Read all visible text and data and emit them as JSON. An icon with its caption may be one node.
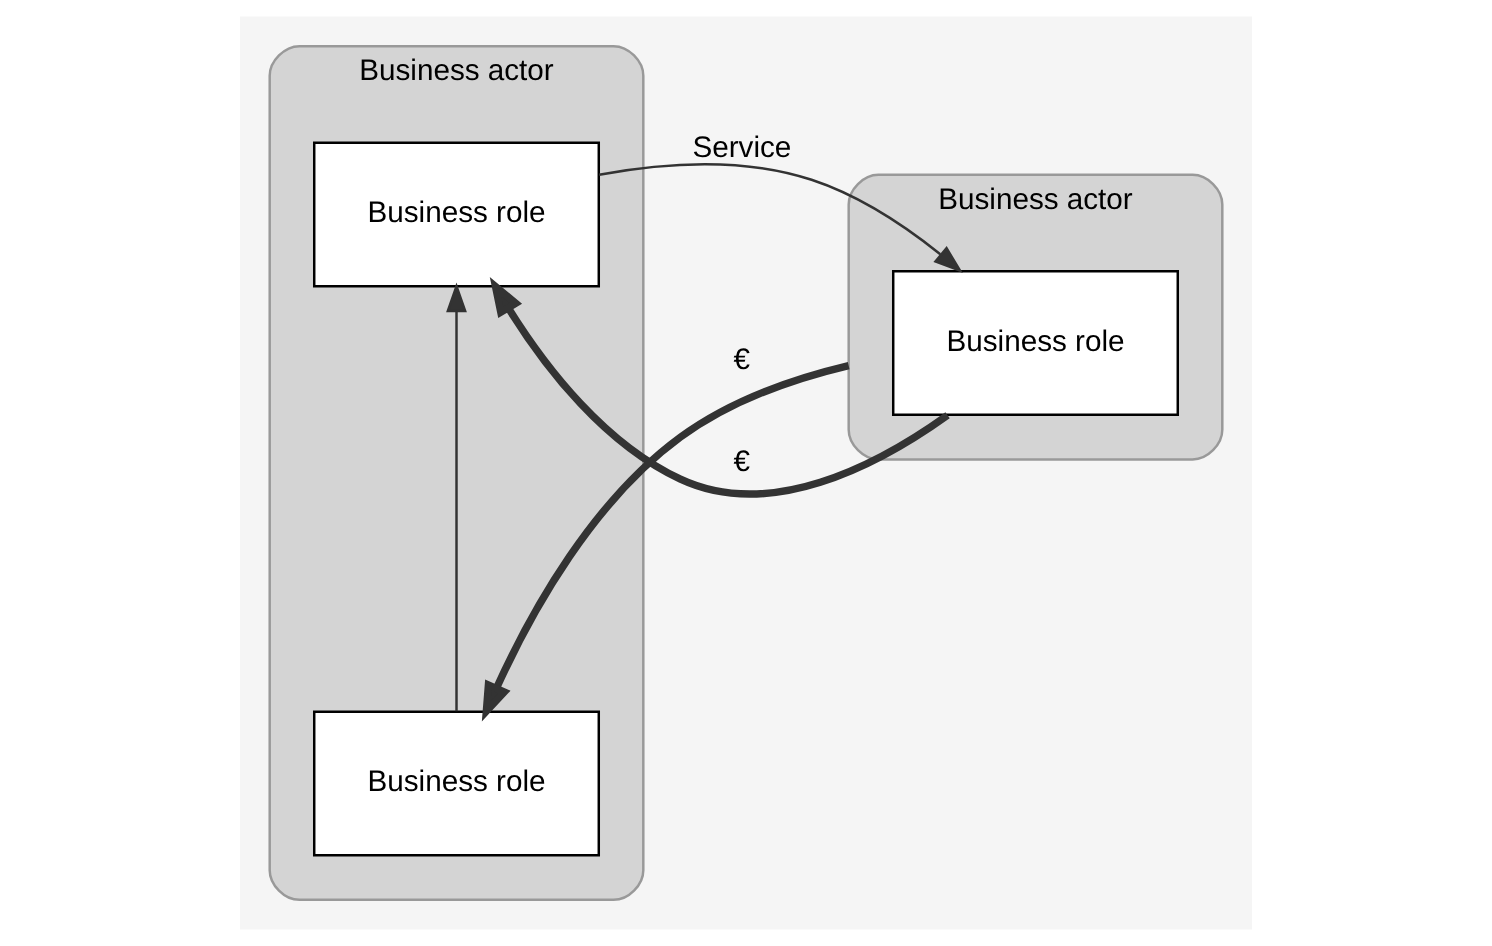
{
  "diagram": {
    "nodes": [
      {
        "text": [
          "Business actor"
        ]
      },
      {
        "text": [
          "Business role"
        ],
        "in": 0
      },
      {
        "text": [
          "Business role"
        ],
        "in": 0
      },
      {
        "text": [
          "Business actor"
        ]
      },
      {
        "text": [
          "Business role"
        ],
        "in": 3
      }
    ],
    "edges": [
      {
        "from": 1,
        "to": 2,
        "arrow": "to"
      },
      {
        "from": 3,
        "to": 1,
        "arrow": "to",
        "label": "€",
        "style": "thick"
      },
      {
        "from": 2,
        "to": 4,
        "arrow": "to",
        "label": "Service"
      },
      {
        "from": 4,
        "to": 2,
        "arrow": "to",
        "label": "€",
        "style": "thick"
      }
    ]
  }
}
